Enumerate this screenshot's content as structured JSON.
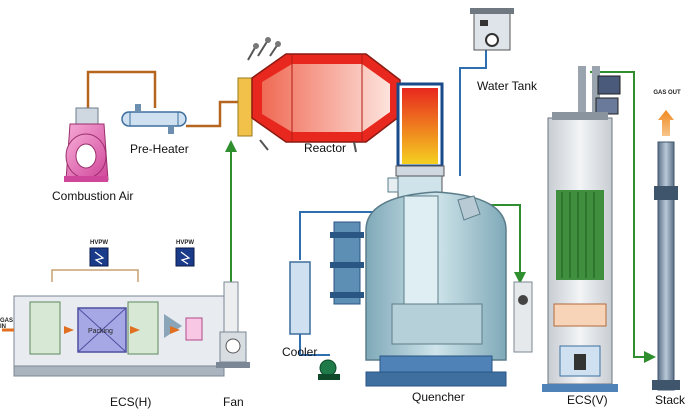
{
  "labels": {
    "combustion_air": "Combustion Air",
    "pre_heater": "Pre-Heater",
    "reactor": "Reactor",
    "water_tank": "Water Tank",
    "cooler": "Cooler",
    "quencher": "Quencher",
    "ecs_h": "ECS(H)",
    "fan": "Fan",
    "ecs_v": "ECS(V)",
    "stack": "Stack",
    "gas_out": "GAS OUT",
    "gas_in": "GAS IN",
    "packing": "Packing",
    "hvpw_1": "HVPW",
    "hvpw_2": "HVPW"
  },
  "colors": {
    "pipe_brown": "#b5651d",
    "pipe_blue": "#2e6fb0",
    "pipe_green": "#2f8f2f",
    "reactor_red": "#e8281e",
    "reactor_shell": "#f08a73",
    "vessel_teal": "#a9ccd6",
    "vessel_base": "#4f83b8",
    "stack_gray": "#8fa2b5",
    "arrow_orange": "#f0a040",
    "hot_gradient_top": "#e8281e",
    "hot_gradient_bottom": "#f5d020"
  }
}
